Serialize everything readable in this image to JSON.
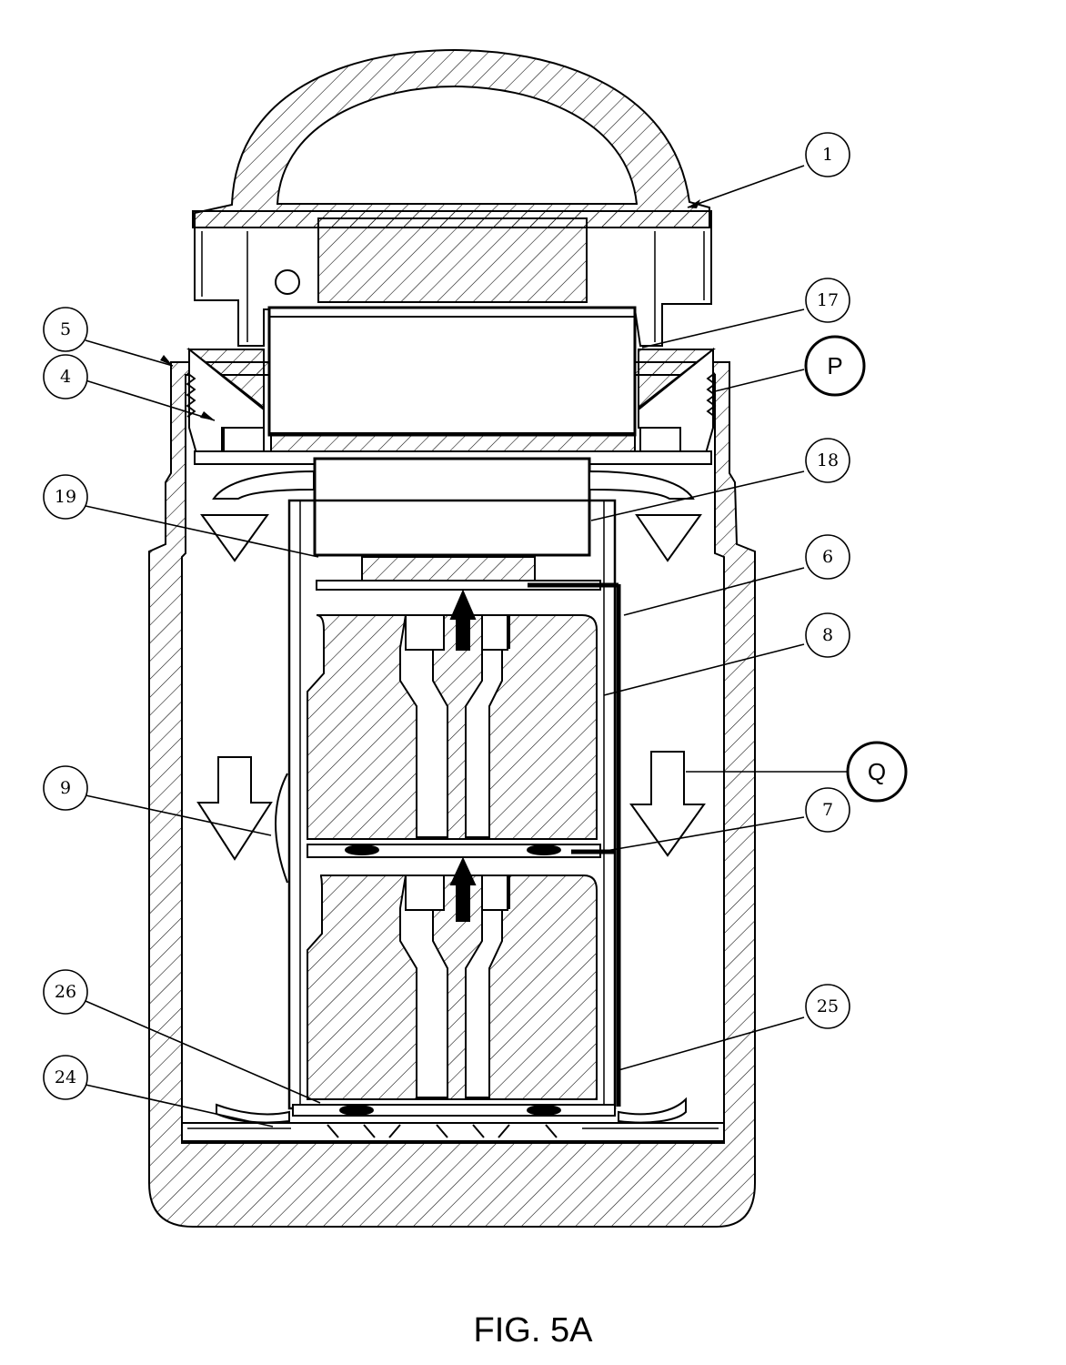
{
  "figure": {
    "caption": "FIG. 5A",
    "labels": {
      "l1": "1",
      "l17": "17",
      "l5": "5",
      "l4": "4",
      "lP": "P",
      "l18": "18",
      "l19": "19",
      "l6": "6",
      "l8": "8",
      "l9": "9",
      "lQ": "Q",
      "l7": "7",
      "l26": "26",
      "l25": "25",
      "l24": "24"
    }
  },
  "colors": {
    "ink": "#000000",
    "paper": "#ffffff"
  }
}
